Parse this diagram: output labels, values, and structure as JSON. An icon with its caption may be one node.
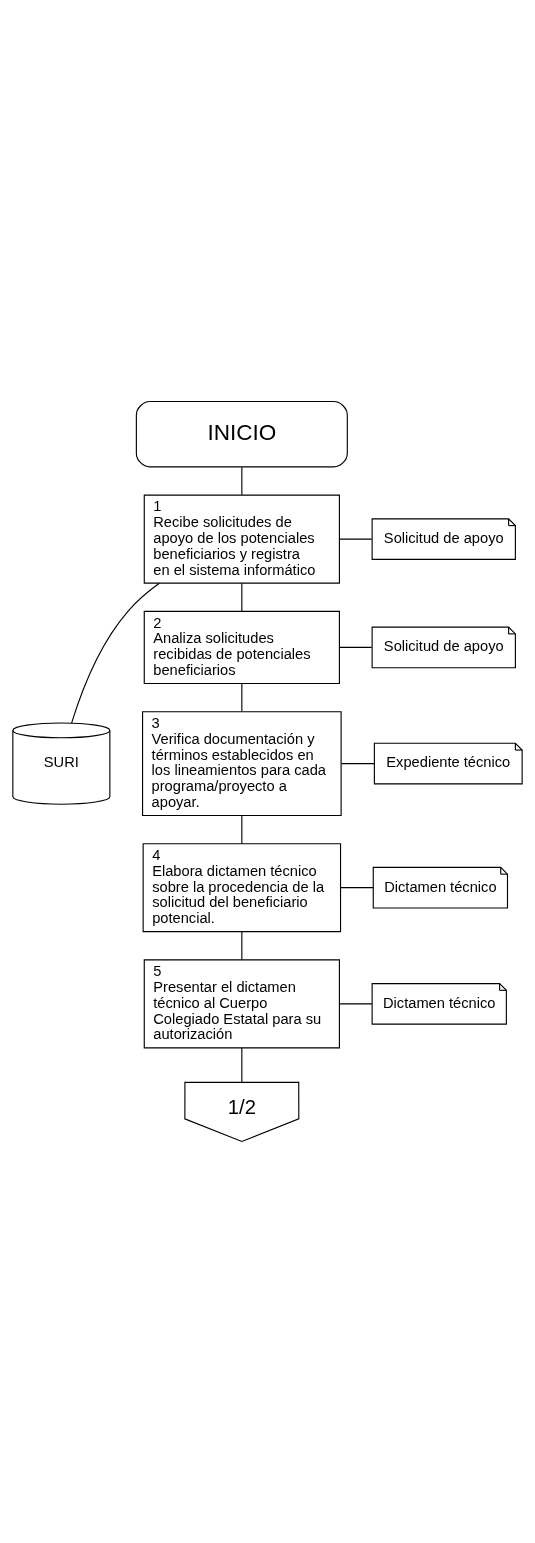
{
  "diagram": {
    "nodes": [
      {
        "text": [
          "INICIO"
        ]
      },
      {
        "text": [
          "1",
          "Recibe solicitudes de apoyo de los potenciales beneficiarios y registra en el sistema informático"
        ]
      },
      {
        "text": [
          "Solicitud de apoyo"
        ]
      },
      {
        "text": [
          "SURI"
        ]
      },
      {
        "text": [
          "2",
          "Analiza solicitudes recibidas de potenciales beneficiarios"
        ]
      },
      {
        "text": [
          "Solicitud de apoyo"
        ]
      },
      {
        "text": [
          "3",
          "Verifica documentación y términos establecidos en los lineamientos para cada programa/proyecto a apoyar."
        ]
      },
      {
        "text": [
          "Expediente técnico"
        ]
      },
      {
        "text": [
          "4",
          "Elabora dictamen técnico sobre la procedencia de la solicitud del beneficiario potencial."
        ]
      },
      {
        "text": [
          "Dictamen técnico"
        ]
      },
      {
        "text": [
          "5",
          "Presentar el dictamen técnico al Cuerpo Colegiado Estatal para su autorización"
        ]
      },
      {
        "text": [
          "Dictamen técnico"
        ]
      },
      {
        "text": [
          "1/2"
        ]
      }
    ],
    "edges": [
      {
        "from": 0,
        "to": 1,
        "arrow": "none"
      },
      {
        "from": 1,
        "to": 2,
        "arrow": "none"
      },
      {
        "from": 1,
        "to": 3,
        "arrow": "none"
      },
      {
        "from": 1,
        "to": 4,
        "arrow": "none"
      },
      {
        "from": 4,
        "to": 5,
        "arrow": "none"
      },
      {
        "from": 4,
        "to": 6,
        "arrow": "none"
      },
      {
        "from": 6,
        "to": 7,
        "arrow": "none"
      },
      {
        "from": 6,
        "to": 8,
        "arrow": "none"
      },
      {
        "from": 8,
        "to": 9,
        "arrow": "none"
      },
      {
        "from": 8,
        "to": 10,
        "arrow": "none"
      },
      {
        "from": 10,
        "to": 11,
        "arrow": "none"
      },
      {
        "from": 10,
        "to": 12,
        "arrow": "none"
      }
    ]
  }
}
